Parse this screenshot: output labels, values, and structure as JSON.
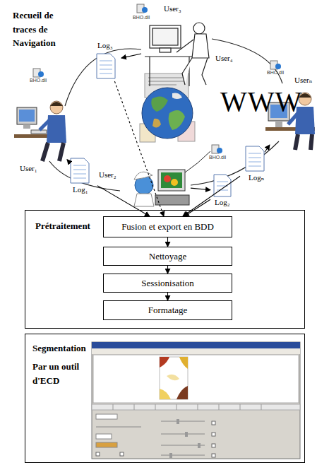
{
  "diagram": {
    "nodes": [
      {
        "text": [
          "Log₃"
        ]
      },
      {
        "text": [
          "User₃"
        ]
      },
      {
        "text": [
          "User₁"
        ]
      },
      {
        "text": [
          "Userₙ"
        ]
      },
      {
        "text": [
          "Log₁"
        ]
      },
      {
        "text": [
          "User₂"
        ]
      },
      {
        "text": [
          "Logₙ"
        ]
      },
      {
        "text": [
          "Log₂"
        ]
      },
      {
        "text": [
          "Prétraitement"
        ]
      },
      {
        "text": [
          "Fusion et export en BDD"
        ],
        "in": 8
      },
      {
        "text": [
          "Nettoyage"
        ],
        "in": 8
      },
      {
        "text": [
          "Sessionisation"
        ],
        "in": 8
      },
      {
        "text": [
          "Formatage"
        ],
        "in": 8
      },
      {
        "text": [
          "Segmentation",
          "Par un outil d'ECD"
        ]
      }
    ],
    "edges": [
      {
        "from": 2,
        "to": 4,
        "arrow": "to"
      },
      {
        "from": 1,
        "to": 0,
        "arrow": "to"
      },
      {
        "from": 3,
        "to": 6,
        "arrow": "to"
      },
      {
        "from": 5,
        "to": 7,
        "arrow": "to"
      },
      {
        "from": 4,
        "to": 9,
        "arrow": "to"
      },
      {
        "from": 0,
        "to": 9,
        "arrow": "to"
      },
      {
        "from": 6,
        "to": 9,
        "arrow": "to"
      },
      {
        "from": 7,
        "to": 9,
        "arrow": "to"
      },
      {
        "from": 9,
        "to": 10,
        "arrow": "to"
      },
      {
        "from": 10,
        "to": 11,
        "arrow": "to"
      },
      {
        "from": 11,
        "to": 12,
        "arrow": "to"
      }
    ],
    "labels": [
      "Recueil de traces de Navigation",
      "BHO.dll",
      "User₄",
      "WWW",
      "BHO.dll",
      "BHO.dll",
      "BHO.dll"
    ]
  }
}
